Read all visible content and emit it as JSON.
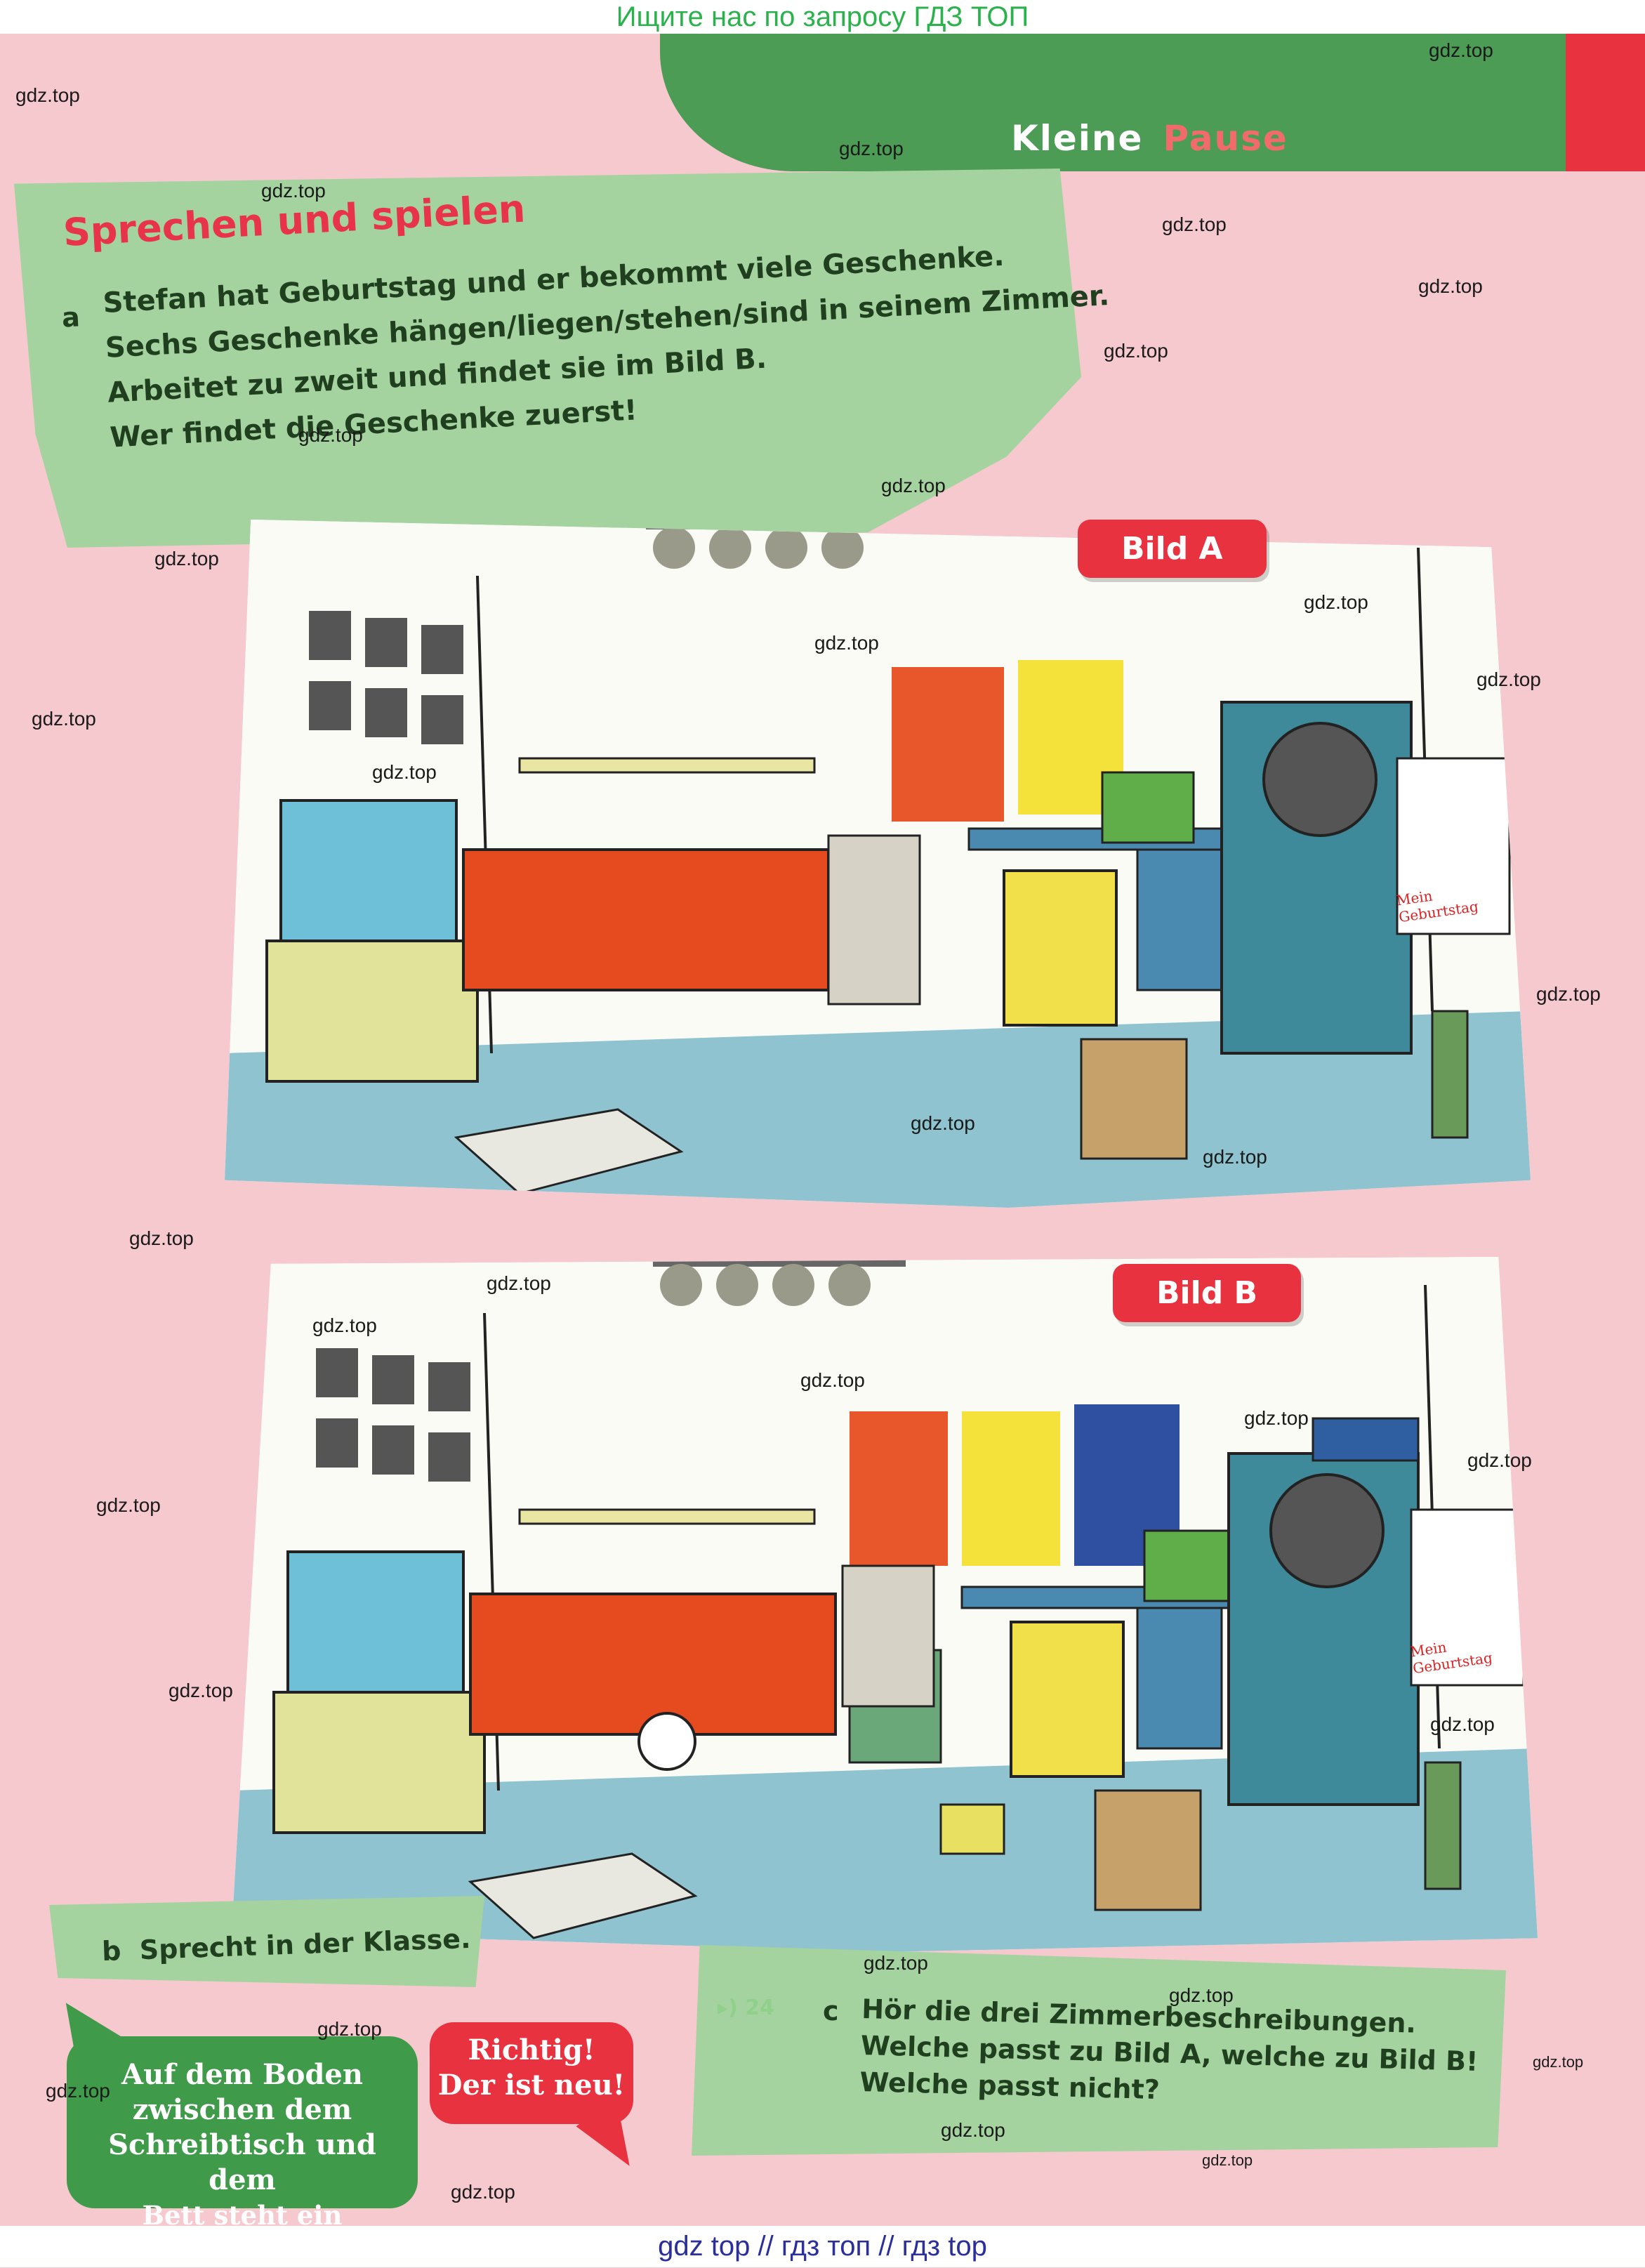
{
  "top_banner": "Ищите нас по запросу ГДЗ ТОП",
  "bottom_banner": "gdz top  //  гдз топ  //  гдз top",
  "header": {
    "word1": "Kleine",
    "word2": "Pause"
  },
  "task_a": {
    "title": "Sprechen und spielen",
    "label": "a",
    "lines": [
      "Stefan hat Geburtstag und er bekommt viele Geschenke.",
      "Sechs Geschenke hängen/liegen/stehen/sind in seinem Zimmer.",
      "Arbeitet zu zweit und findet sie im Bild B.",
      "Wer findet die Geschenke zuerst!"
    ]
  },
  "scene_a": {
    "label": "Bild A",
    "calendar_text": "Mein Geburtstag"
  },
  "scene_b": {
    "label": "Bild B",
    "calendar_text": "Mein Geburtstag"
  },
  "task_b": {
    "label": "b",
    "text": "Sprecht in der Klasse.",
    "bubble_green": [
      "Auf dem Boden",
      "zwischen dem",
      "Schreibtisch und dem",
      "Bett steht ein Rucksack."
    ],
    "bubble_red": [
      "Richtig!",
      "Der ist neu!"
    ]
  },
  "task_c": {
    "audio_track": "24",
    "label": "c",
    "lines": [
      "Hör die drei Zimmerbeschreibungen.",
      "Welche passt zu Bild A, welche zu Bild B!",
      "Welche passt nicht?"
    ]
  },
  "watermark": "gdz.top",
  "colors": {
    "green_band": "#4c9c55",
    "red_accent": "#e9323f",
    "light_green": "#a5d3a0",
    "page_pink": "#f6c9cf"
  }
}
